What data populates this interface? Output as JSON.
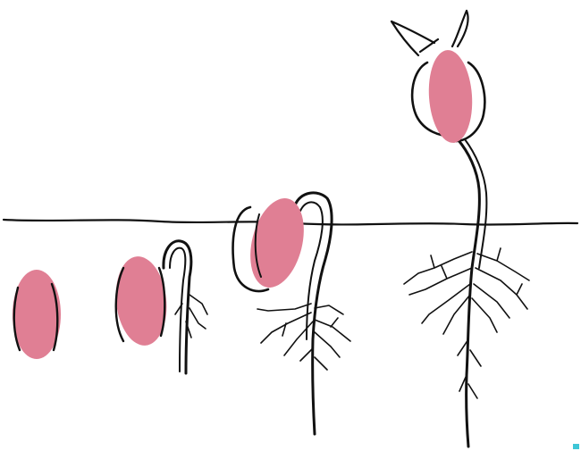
{
  "figure": {
    "stages": [
      {
        "id": "stage-1"
      },
      {
        "id": "stage-2"
      },
      {
        "id": "stage-3"
      },
      {
        "id": "stage-4"
      }
    ]
  },
  "colors": {
    "seed_fill": "#e07f94",
    "ink": "#111111",
    "background": "#ffffff",
    "corner_marker": "#3ec6d6"
  }
}
